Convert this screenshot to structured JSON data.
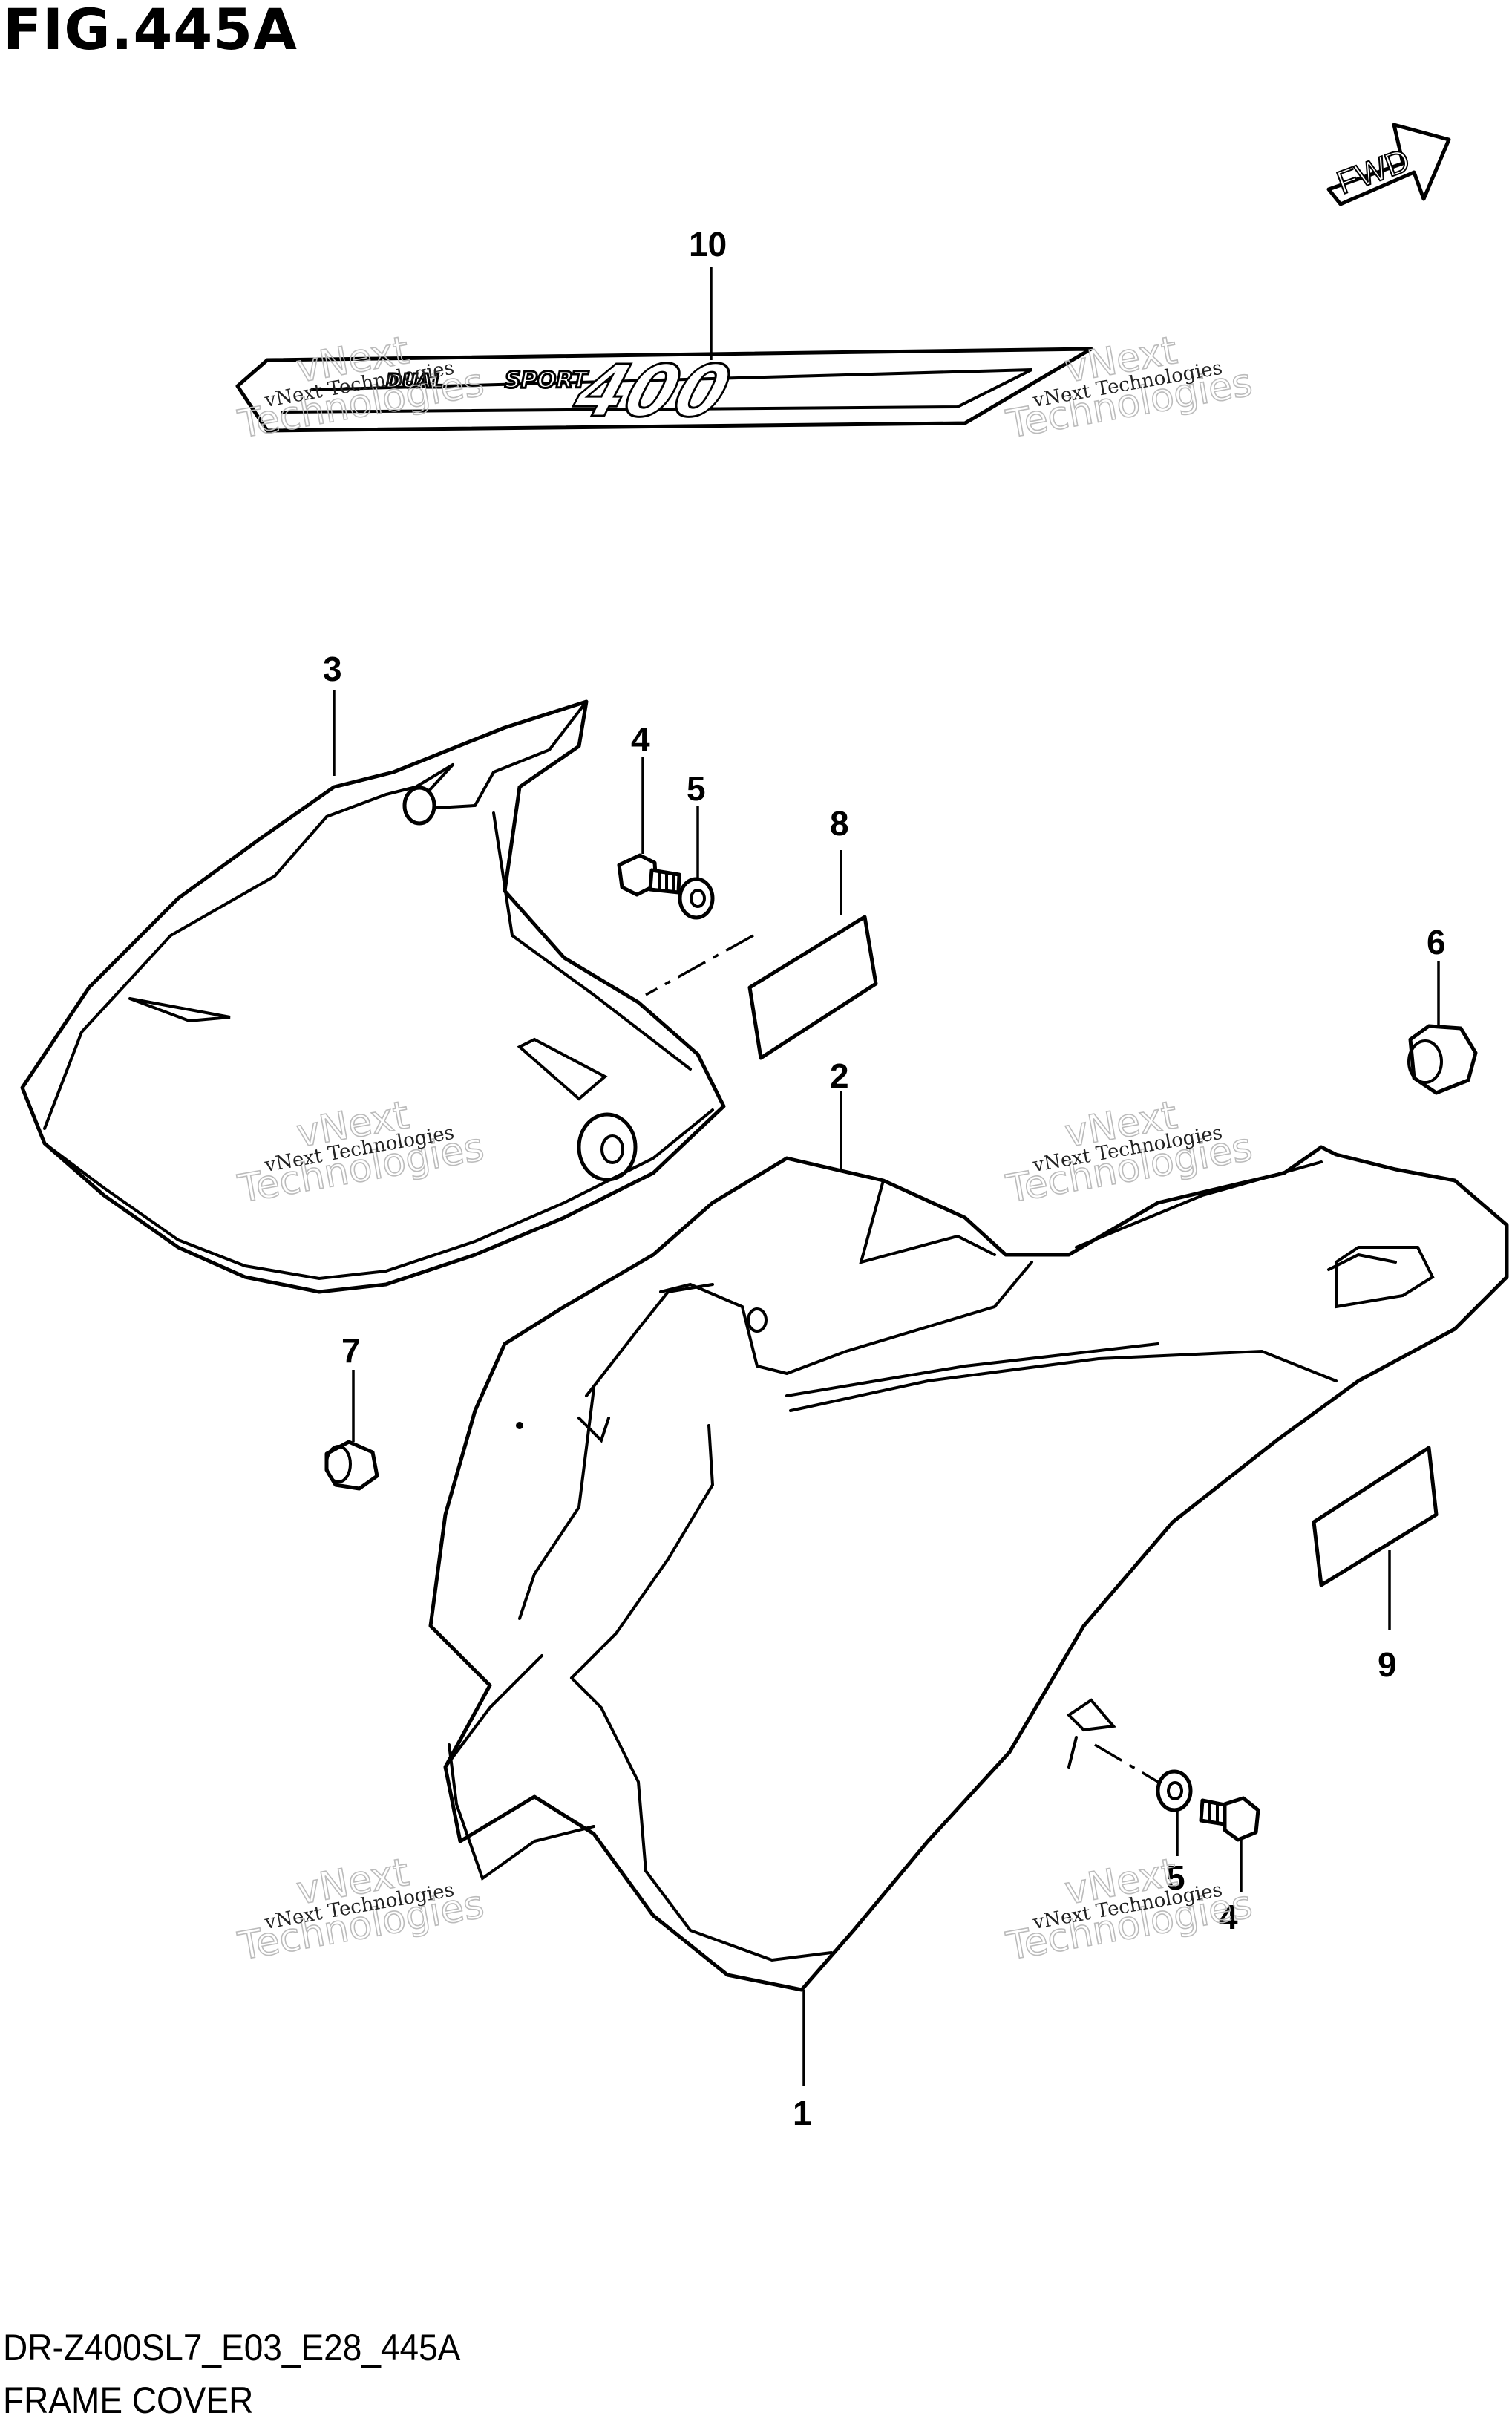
{
  "figure": {
    "title": "FIG.445A",
    "model_code": "DR-Z400SL7_E03_E28_445A",
    "name": "FRAME COVER"
  },
  "direction_badge": {
    "label": "FWD"
  },
  "decal": {
    "small_text": "SPORT",
    "big_text": "400",
    "prefix_text": "DUAL"
  },
  "watermark": {
    "line1": "vNext Technologies",
    "line2": "vNext",
    "line3": "Technologies"
  },
  "callouts": {
    "c10": "10",
    "c3": "3",
    "c4a": "4",
    "c5a": "5",
    "c8": "8",
    "c6": "6",
    "c2": "2",
    "c7": "7",
    "c9": "9",
    "c5b": "5",
    "c4b": "4",
    "c1": "1"
  }
}
